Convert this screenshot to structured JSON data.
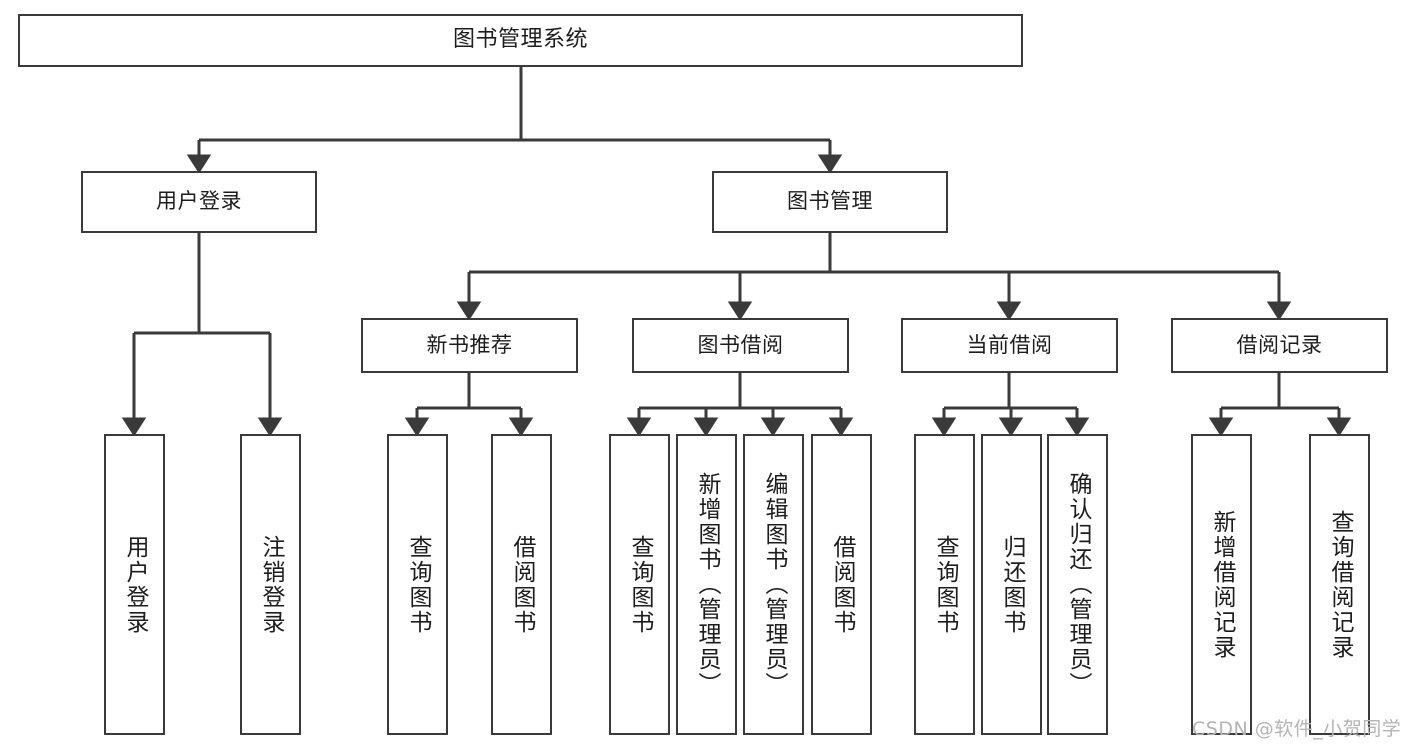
{
  "diagram": {
    "type": "tree",
    "title": "图书管理系统",
    "watermark": "CSDN @软件_小贺同学",
    "colors": {
      "background": "#ffffff",
      "node_border": "#3a3a3a",
      "node_fill": "#ffffff",
      "edge": "#3a3a3a",
      "text": "#1d1d1d",
      "watermark": "#b4b4b4"
    },
    "nodes": {
      "root": {
        "label": "图书管理系统"
      },
      "level1": [
        {
          "id": "user-login",
          "label": "用户登录"
        },
        {
          "id": "book-manage",
          "label": "图书管理"
        }
      ],
      "level2": [
        {
          "id": "new-book-recommend",
          "label": "新书推荐",
          "parent": "book-manage"
        },
        {
          "id": "book-borrow",
          "label": "图书借阅",
          "parent": "book-manage"
        },
        {
          "id": "current-borrow",
          "label": "当前借阅",
          "parent": "book-manage"
        },
        {
          "id": "borrow-record",
          "label": "借阅记录",
          "parent": "book-manage"
        }
      ],
      "leaves": [
        {
          "id": "leaf-user-login",
          "label": "用户登录",
          "parent": "user-login"
        },
        {
          "id": "leaf-logout",
          "label": "注销登录",
          "parent": "user-login"
        },
        {
          "id": "leaf-query-book-1",
          "label": "查询图书",
          "parent": "new-book-recommend"
        },
        {
          "id": "leaf-borrow-book-1",
          "label": "借阅图书",
          "parent": "new-book-recommend"
        },
        {
          "id": "leaf-query-book-2",
          "label": "查询图书",
          "parent": "book-borrow"
        },
        {
          "id": "leaf-add-book",
          "label": "新增图书（管理员）",
          "parent": "book-borrow"
        },
        {
          "id": "leaf-edit-book",
          "label": "编辑图书（管理员）",
          "parent": "book-borrow"
        },
        {
          "id": "leaf-borrow-book-2",
          "label": "借阅图书",
          "parent": "book-borrow"
        },
        {
          "id": "leaf-query-book-3",
          "label": "查询图书",
          "parent": "current-borrow"
        },
        {
          "id": "leaf-return-book",
          "label": "归还图书",
          "parent": "current-borrow"
        },
        {
          "id": "leaf-confirm-return",
          "label": "确认归还（管理员）",
          "parent": "current-borrow"
        },
        {
          "id": "leaf-add-record",
          "label": "新增借阅记录",
          "parent": "borrow-record"
        },
        {
          "id": "leaf-query-record",
          "label": "查询借阅记录",
          "parent": "borrow-record"
        }
      ]
    }
  }
}
